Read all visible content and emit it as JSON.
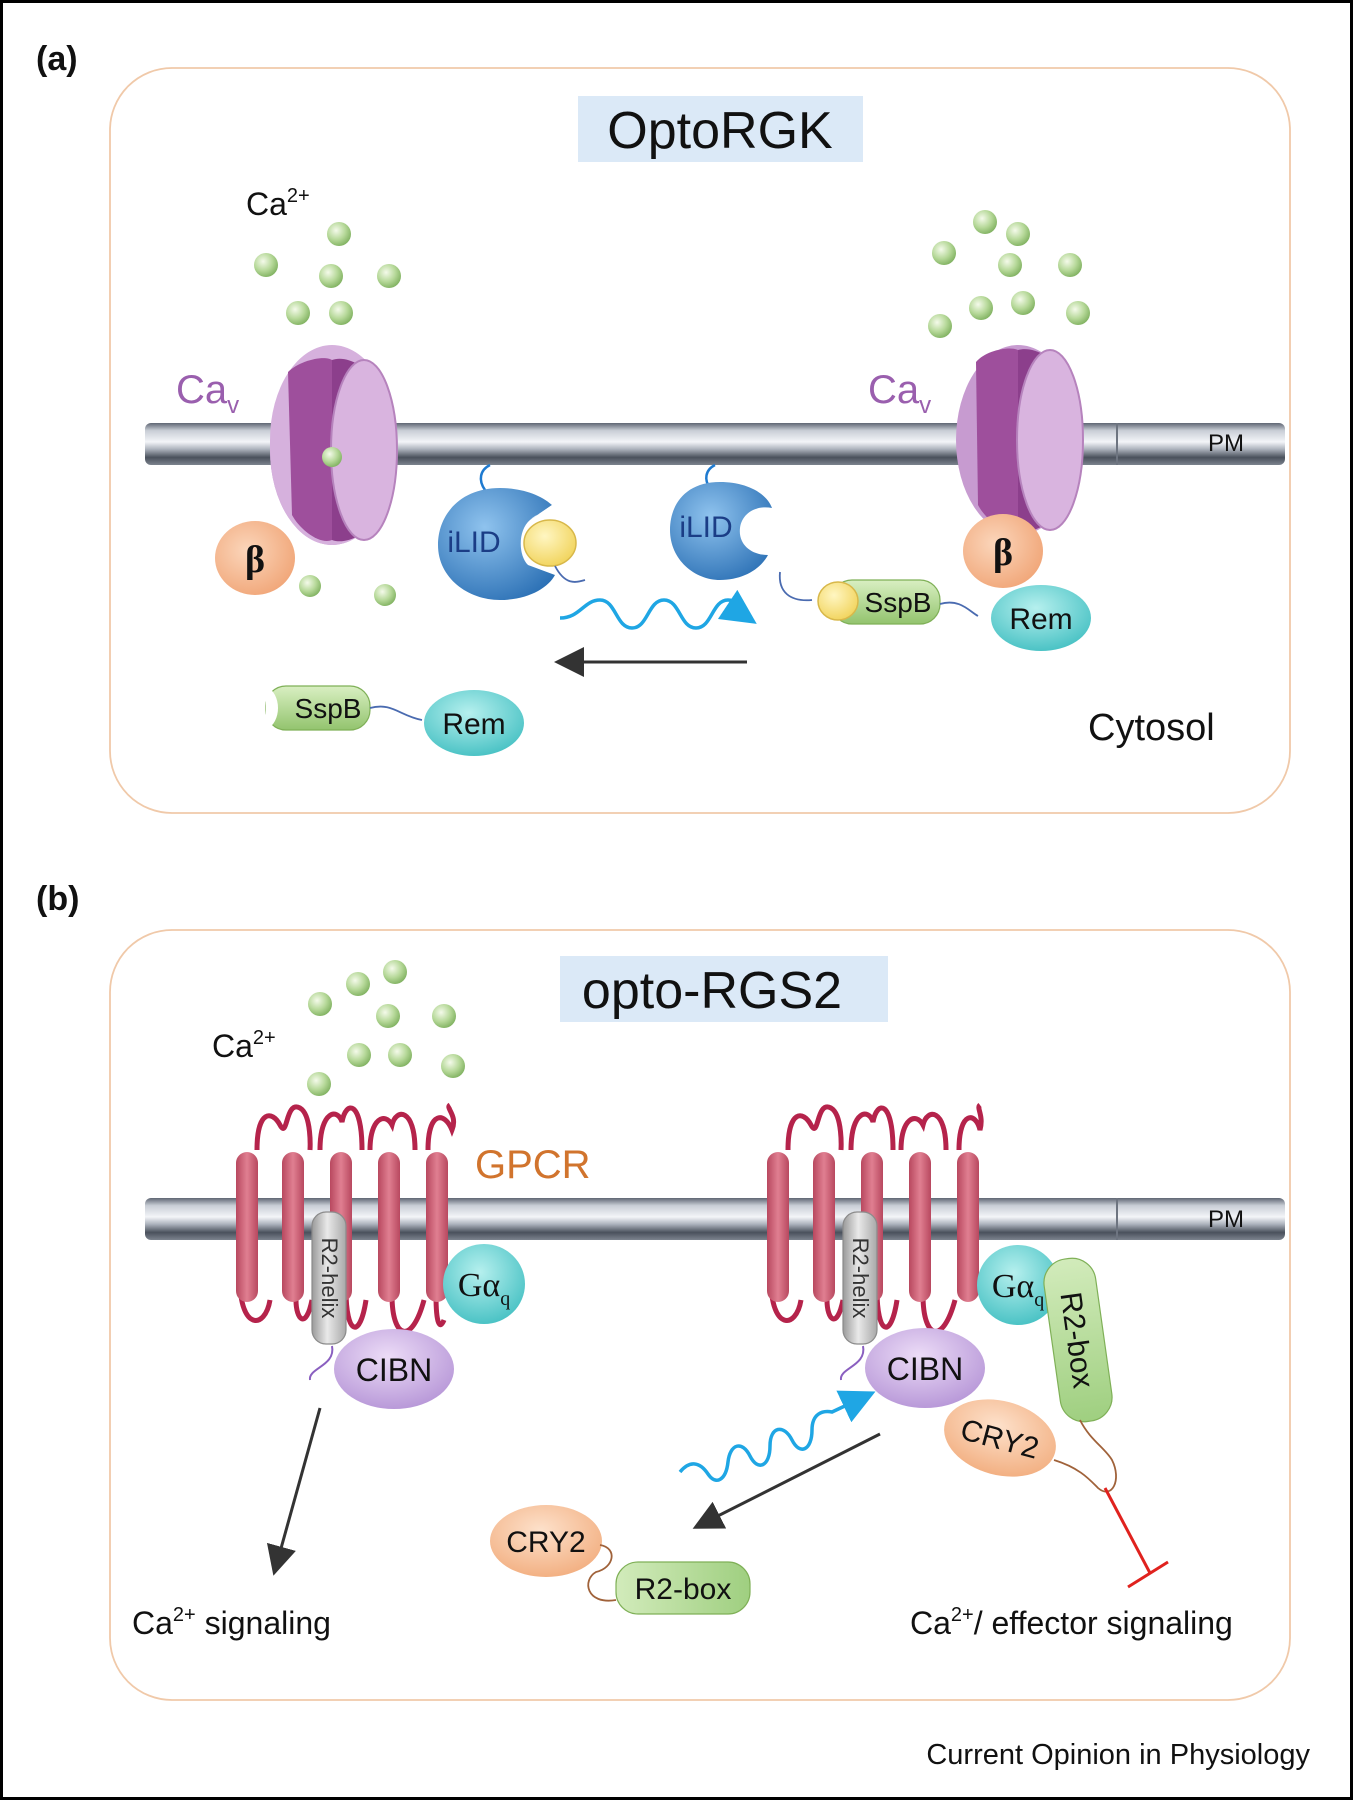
{
  "panel_a": {
    "label": "(a)",
    "title": "OptoRGK",
    "ca_ion_prefix": "Ca",
    "ca_ion_sup": "2+",
    "cav_left_prefix": "Ca",
    "cav_left_sub": "v",
    "cav_right_prefix": "Ca",
    "cav_right_sub": "v",
    "pm": "PM",
    "beta_left": "β",
    "beta_right": "β",
    "ilid_left": "iLID",
    "ilid_right": "iLID",
    "sspb_bound": "SspB",
    "rem_bound": "Rem",
    "sspb_free": "SspB",
    "rem_free": "Rem",
    "cytosol": "Cytosol"
  },
  "panel_b": {
    "label": "(b)",
    "title": "opto-RGS2",
    "ca_ion_prefix": "Ca",
    "ca_ion_sup": "2+",
    "gpcr": "GPCR",
    "pm": "PM",
    "r2_helix_left": "R2-helix",
    "r2_helix_right": "R2-helix",
    "cibn_left": "CIBN",
    "cibn_right": "CIBN",
    "gaq_left_prefix": "Gα",
    "gaq_left_sub": "q",
    "gaq_right_prefix": "Gα",
    "gaq_right_sub": "q",
    "r2_box_bound": "R2-box",
    "cry2_bound": "CRY2",
    "cry2_free": "CRY2",
    "r2_box_free": "R2-box",
    "signal_left_prefix": "Ca",
    "signal_left_sup": "2+",
    "signal_left_suffix": " signaling",
    "signal_right_prefix": "Ca",
    "signal_right_sup": "2+",
    "signal_right_suffix": "/ effector signaling"
  },
  "footer": {
    "credit": "Current Opinion in Physiology"
  }
}
